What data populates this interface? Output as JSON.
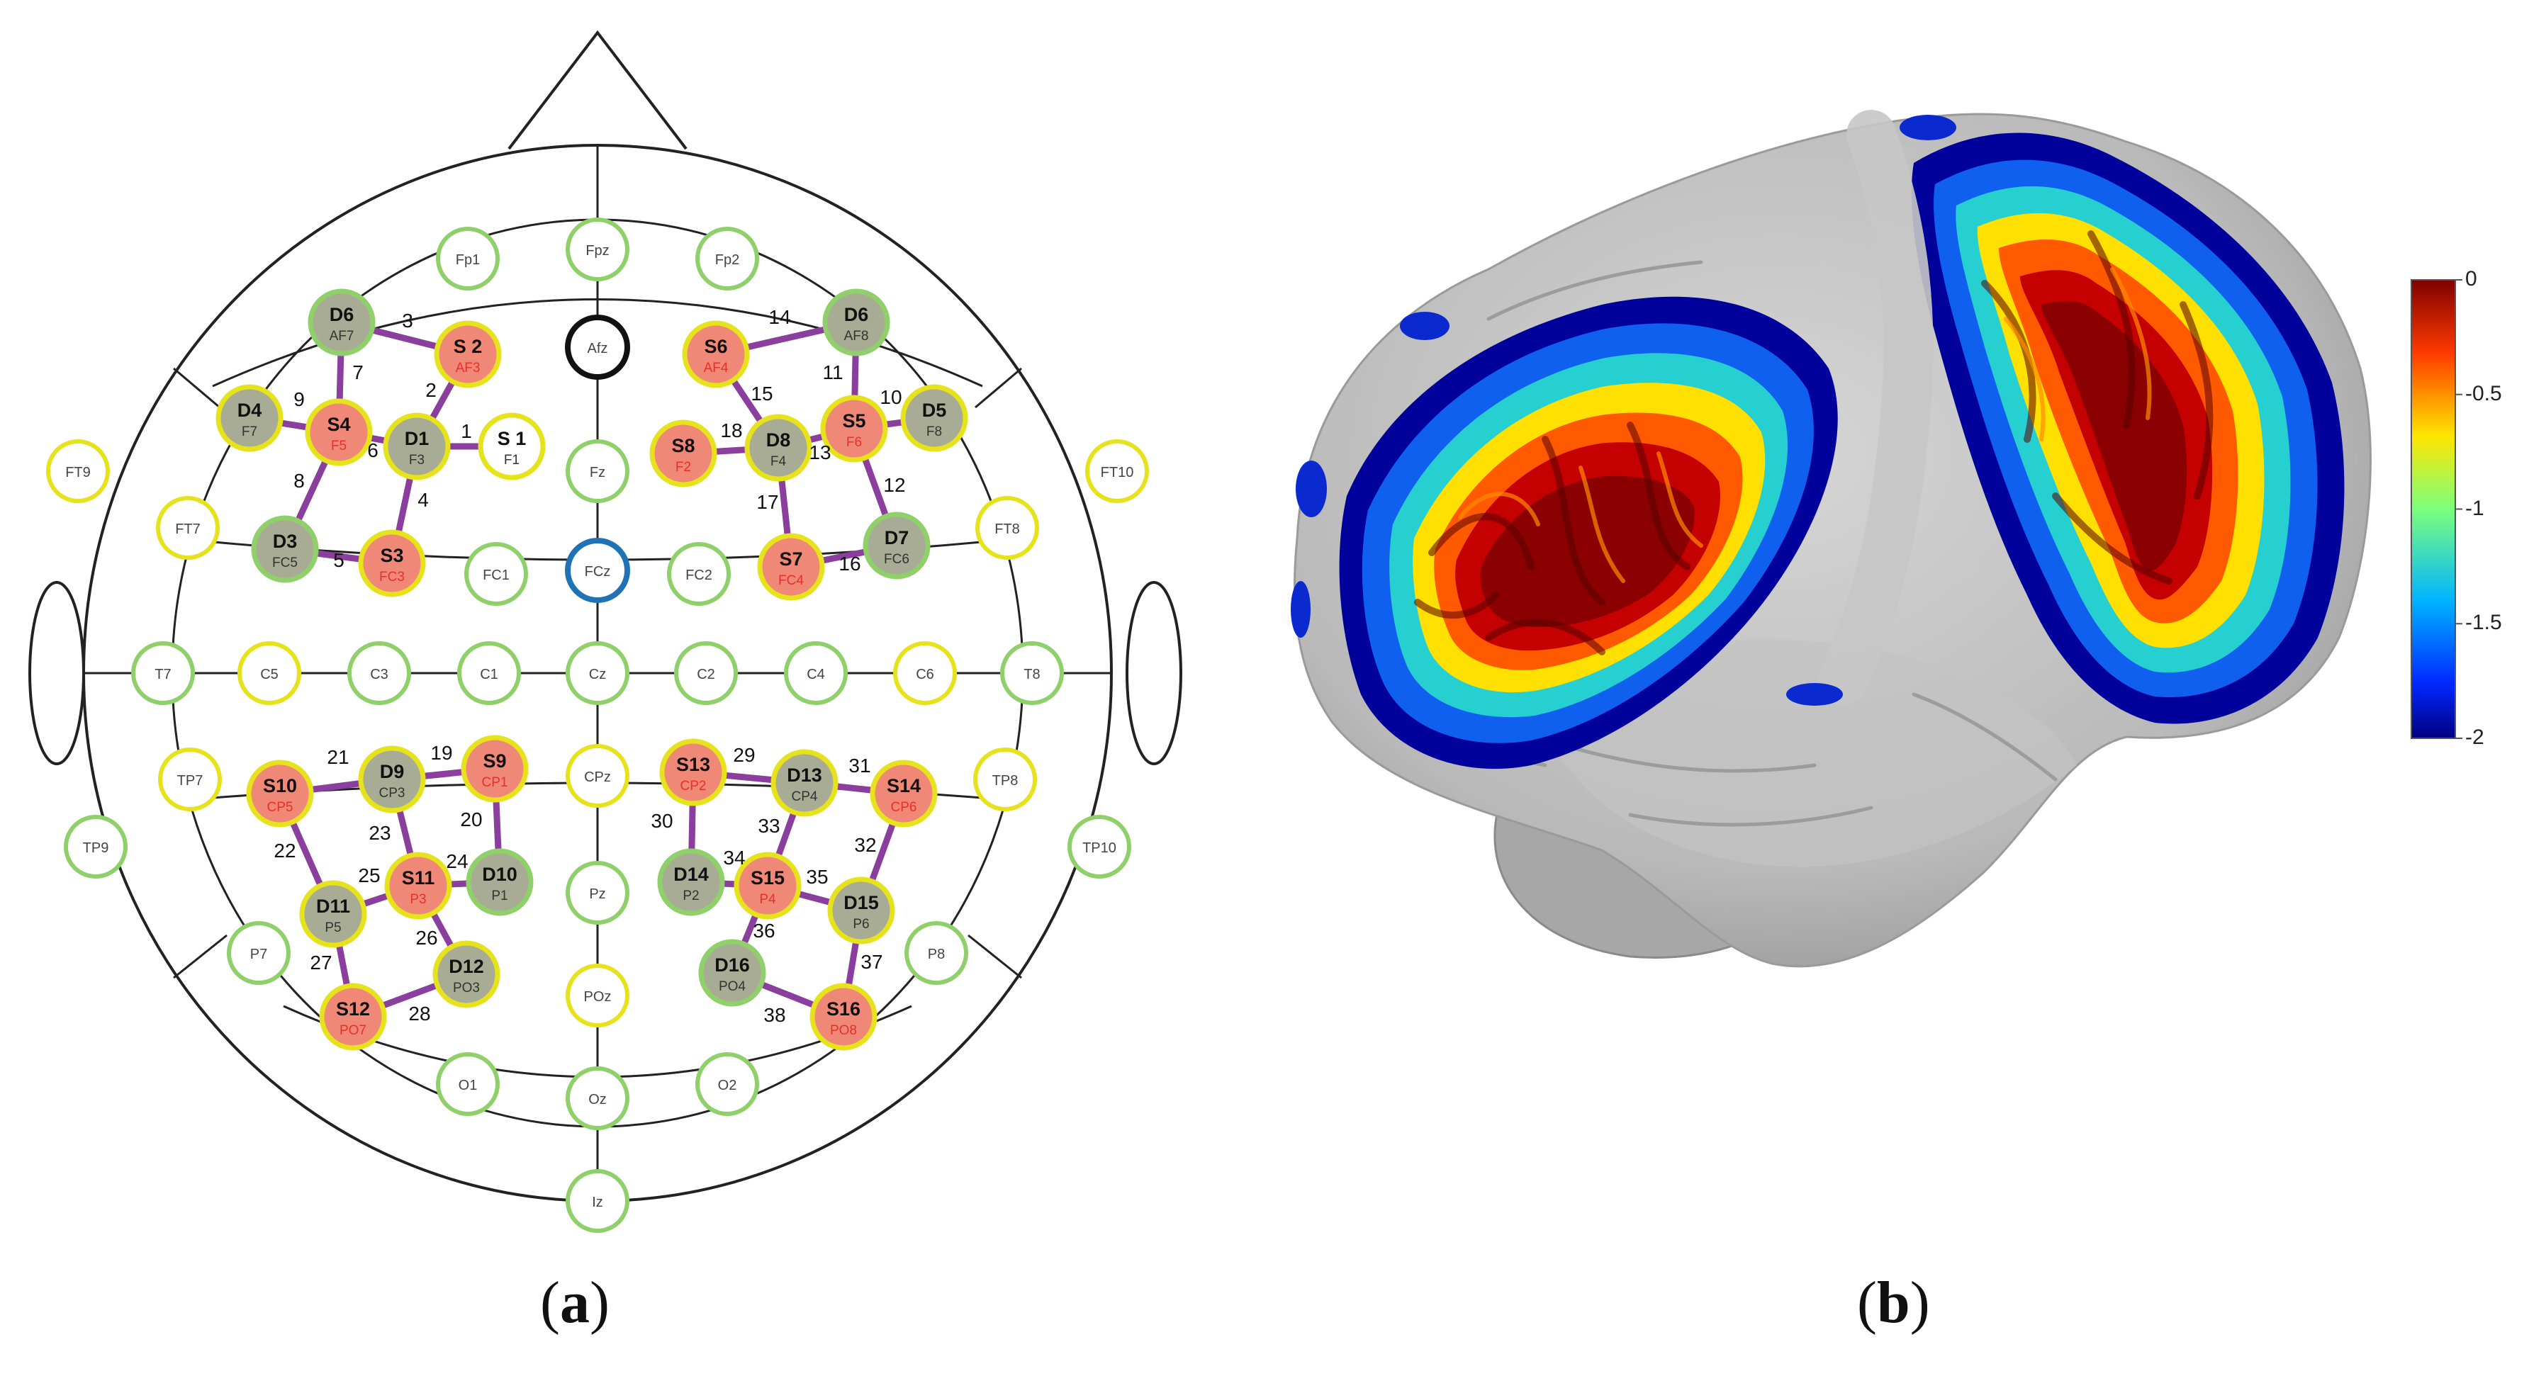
{
  "panels": {
    "a": {
      "label": "a"
    },
    "b": {
      "label": "b"
    }
  },
  "montage": {
    "grid_labels": [
      "Fp1",
      "Fpz",
      "Fp2",
      "Afz",
      "Fz",
      "FT9",
      "FT7",
      "FT8",
      "FT10",
      "FC1",
      "FCz",
      "FC2",
      "T7",
      "C5",
      "C3",
      "C1",
      "Cz",
      "C2",
      "C4",
      "C6",
      "T8",
      "TP9",
      "TP7",
      "CPz",
      "TP8",
      "TP10",
      "P7",
      "Pz",
      "P8",
      "POz",
      "O1",
      "Oz",
      "O2",
      "Iz"
    ],
    "optodes": [
      {
        "id": "D6",
        "site": "AF7",
        "kind": "detector"
      },
      {
        "id": "S 2",
        "site": "AF3",
        "kind": "source"
      },
      {
        "id": "D4",
        "site": "F7",
        "kind": "detector"
      },
      {
        "id": "S4",
        "site": "F5",
        "kind": "source"
      },
      {
        "id": "D1",
        "site": "F3",
        "kind": "detector"
      },
      {
        "id": "S 1",
        "site": "F1",
        "kind": "plain"
      },
      {
        "id": "D3",
        "site": "FC5",
        "kind": "detector"
      },
      {
        "id": "S3",
        "site": "FC3",
        "kind": "source"
      },
      {
        "id": "S6",
        "site": "AF4",
        "kind": "source"
      },
      {
        "id": "D6",
        "site": "AF8",
        "kind": "detector"
      },
      {
        "id": "S8",
        "site": "F2",
        "kind": "source"
      },
      {
        "id": "D8",
        "site": "F4",
        "kind": "detector"
      },
      {
        "id": "S5",
        "site": "F6",
        "kind": "source"
      },
      {
        "id": "D5",
        "site": "F8",
        "kind": "detector"
      },
      {
        "id": "S7",
        "site": "FC4",
        "kind": "source"
      },
      {
        "id": "D7",
        "site": "FC6",
        "kind": "detector"
      },
      {
        "id": "S10",
        "site": "CP5",
        "kind": "source"
      },
      {
        "id": "D9",
        "site": "CP3",
        "kind": "detector"
      },
      {
        "id": "S9",
        "site": "CP1",
        "kind": "source"
      },
      {
        "id": "D11",
        "site": "P5",
        "kind": "detector"
      },
      {
        "id": "S11",
        "site": "P3",
        "kind": "source"
      },
      {
        "id": "D10",
        "site": "P1",
        "kind": "detector"
      },
      {
        "id": "D12",
        "site": "PO3",
        "kind": "detector"
      },
      {
        "id": "S12",
        "site": "PO7",
        "kind": "source"
      },
      {
        "id": "S13",
        "site": "CP2",
        "kind": "source"
      },
      {
        "id": "D13",
        "site": "CP4",
        "kind": "detector"
      },
      {
        "id": "S14",
        "site": "CP6",
        "kind": "source"
      },
      {
        "id": "D14",
        "site": "P2",
        "kind": "detector"
      },
      {
        "id": "S15",
        "site": "P4",
        "kind": "source"
      },
      {
        "id": "D15",
        "site": "P6",
        "kind": "detector"
      },
      {
        "id": "D16",
        "site": "PO4",
        "kind": "detector"
      },
      {
        "id": "S16",
        "site": "PO8",
        "kind": "source"
      }
    ],
    "channels": [
      {
        "n": "1",
        "from": 5,
        "to": 4
      },
      {
        "n": "2",
        "from": 1,
        "to": 4
      },
      {
        "n": "3",
        "from": 0,
        "to": 1
      },
      {
        "n": "4",
        "from": 7,
        "to": 4
      },
      {
        "n": "5",
        "from": 6,
        "to": 7
      },
      {
        "n": "6",
        "from": 3,
        "to": 4
      },
      {
        "n": "7",
        "from": 0,
        "to": 3
      },
      {
        "n": "8",
        "from": 3,
        "to": 6
      },
      {
        "n": "9",
        "from": 2,
        "to": 3
      },
      {
        "n": "10",
        "from": 12,
        "to": 13
      },
      {
        "n": "11",
        "from": 9,
        "to": 12
      },
      {
        "n": "12",
        "from": 12,
        "to": 15
      },
      {
        "n": "13",
        "from": 11,
        "to": 12
      },
      {
        "n": "14",
        "from": 8,
        "to": 9
      },
      {
        "n": "15",
        "from": 8,
        "to": 11
      },
      {
        "n": "16",
        "from": 14,
        "to": 15
      },
      {
        "n": "17",
        "from": 11,
        "to": 14
      },
      {
        "n": "18",
        "from": 10,
        "to": 11
      },
      {
        "n": "19",
        "from": 17,
        "to": 18
      },
      {
        "n": "20",
        "from": 18,
        "to": 21
      },
      {
        "n": "21",
        "from": 16,
        "to": 17
      },
      {
        "n": "22",
        "from": 16,
        "to": 19
      },
      {
        "n": "23",
        "from": 17,
        "to": 20
      },
      {
        "n": "24",
        "from": 20,
        "to": 21
      },
      {
        "n": "25",
        "from": 19,
        "to": 20
      },
      {
        "n": "26",
        "from": 20,
        "to": 22
      },
      {
        "n": "27",
        "from": 19,
        "to": 23
      },
      {
        "n": "28",
        "from": 23,
        "to": 22
      },
      {
        "n": "29",
        "from": 24,
        "to": 25
      },
      {
        "n": "30",
        "from": 24,
        "to": 27
      },
      {
        "n": "31",
        "from": 25,
        "to": 26
      },
      {
        "n": "32",
        "from": 26,
        "to": 29
      },
      {
        "n": "33",
        "from": 25,
        "to": 28
      },
      {
        "n": "34",
        "from": 27,
        "to": 28
      },
      {
        "n": "35",
        "from": 28,
        "to": 29
      },
      {
        "n": "36",
        "from": 28,
        "to": 30
      },
      {
        "n": "37",
        "from": 29,
        "to": 31
      },
      {
        "n": "38",
        "from": 30,
        "to": 31
      }
    ]
  },
  "colorbar": {
    "min": -2,
    "max": 0,
    "ticks": [
      "0",
      "-0.5",
      "-1",
      "-1.5",
      "-2"
    ]
  },
  "colors": {
    "source_fill": "#f08878",
    "source_text": "#e8302a",
    "detector_fill": "#a8ac94",
    "channel_line": "#8a3f9e",
    "ring_green": "#8fd06a",
    "ring_yellow": "#e6e21c",
    "ring_blue": "#1f73b5",
    "brain_gray": "#bdbdbd"
  }
}
